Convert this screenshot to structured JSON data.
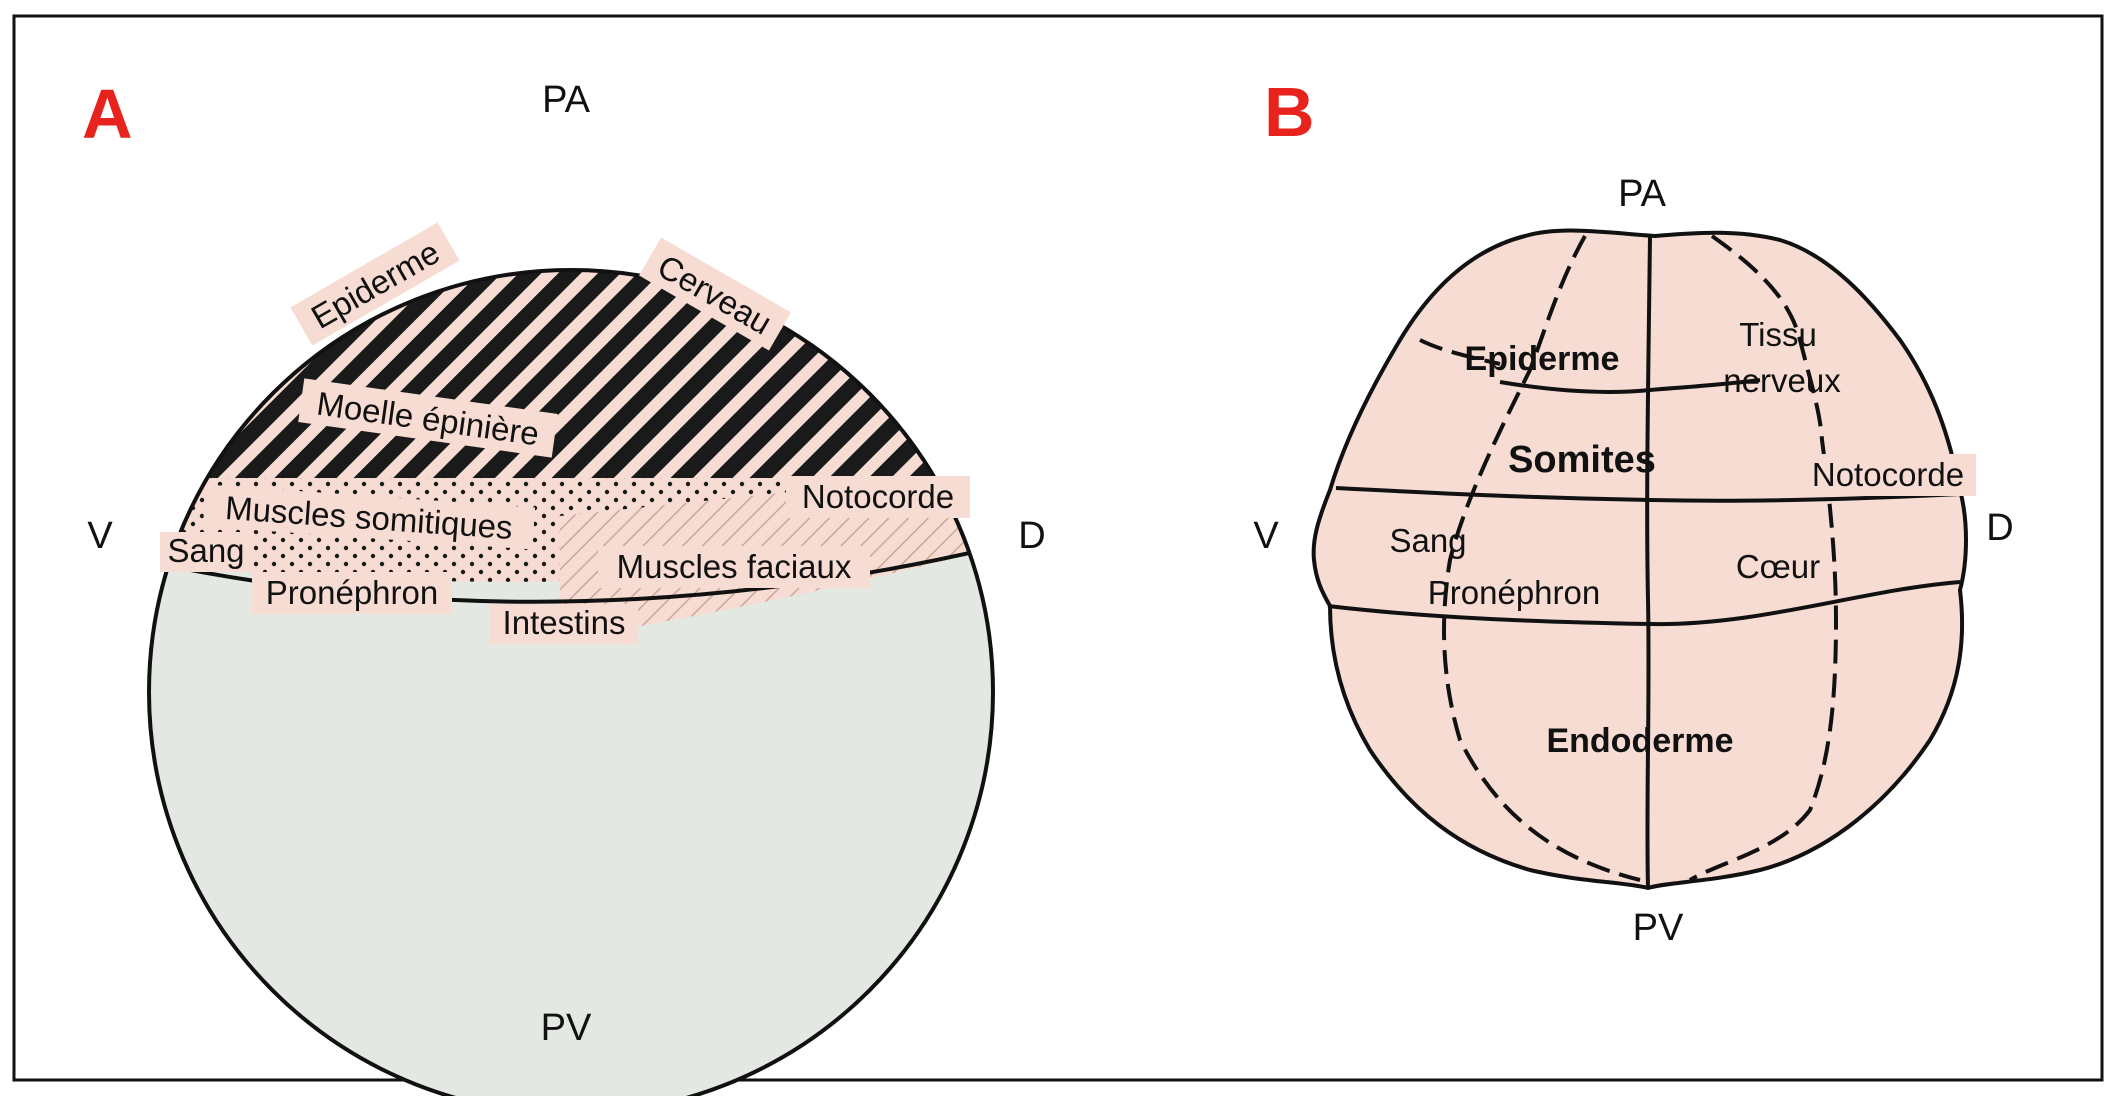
{
  "panel_a": {
    "letter": "A",
    "axis": {
      "top": "PA",
      "bottom": "PV",
      "left": "V",
      "right": "D"
    },
    "labels": {
      "epiderme": "Epiderme",
      "cerveau": "Cerveau",
      "moelle": "Moelle épinière",
      "notocorde": "Notocorde",
      "muscles_somitiques": "Muscles somitiques",
      "sang": "Sang",
      "muscles_faciaux": "Muscles faciaux",
      "pronephron": "Pronéphron",
      "intestins": "Intestins"
    }
  },
  "panel_b": {
    "letter": "B",
    "axis": {
      "top": "PA",
      "bottom": "PV",
      "left": "V",
      "right": "D"
    },
    "labels": {
      "epiderme": "Epiderme",
      "tissu": "Tissu",
      "nerveux": "nerveux",
      "somites": "Somites",
      "notocorde": "Notocorde",
      "sang": "Sang",
      "coeur": "Cœur",
      "pronephron": "Pronéphron",
      "endoderme": "Endoderme"
    }
  },
  "colors": {
    "panel_letter": "#e8231d",
    "pink_region": "#f6dcd2",
    "vegetal_region": "#e4e8e3",
    "outline": "#111111"
  }
}
